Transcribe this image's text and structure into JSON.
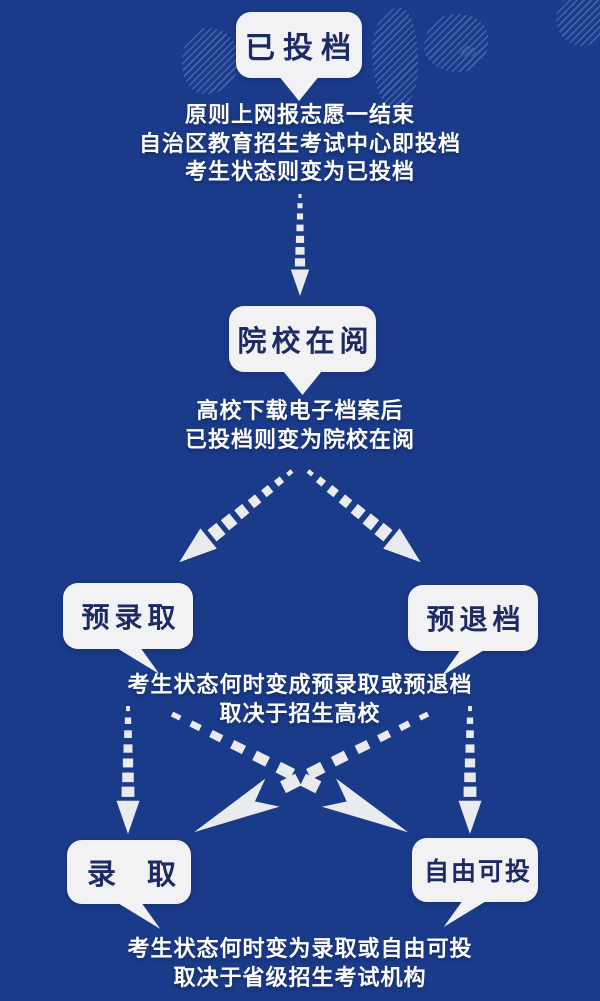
{
  "colors": {
    "background": "#1a3a8a",
    "bubble_fill": "#f2f2f4",
    "bubble_text": "#1c2a66",
    "note_text": "#ffffff",
    "arrow": "#e9ebee"
  },
  "flow": {
    "steps": [
      {
        "label": "已投档",
        "note_lines": [
          "原则上网报志愿一结束",
          "自治区教育招生考试中心即投档",
          "考生状态则变为已投档"
        ]
      },
      {
        "label": "院校在阅",
        "note_lines": [
          "高校下载电子档案后",
          "已投档则变为院校在阅"
        ]
      },
      {
        "label": "预录取"
      },
      {
        "label": "预退档"
      },
      {
        "label": "录　取"
      },
      {
        "label": "自由可投"
      }
    ],
    "branch_notes": [
      [
        "考生状态何时变成预录取或预退档",
        "取决于招生高校"
      ],
      [
        "考生状态何时变为录取或自由可投",
        "取决于省级招生考试机构"
      ]
    ]
  }
}
